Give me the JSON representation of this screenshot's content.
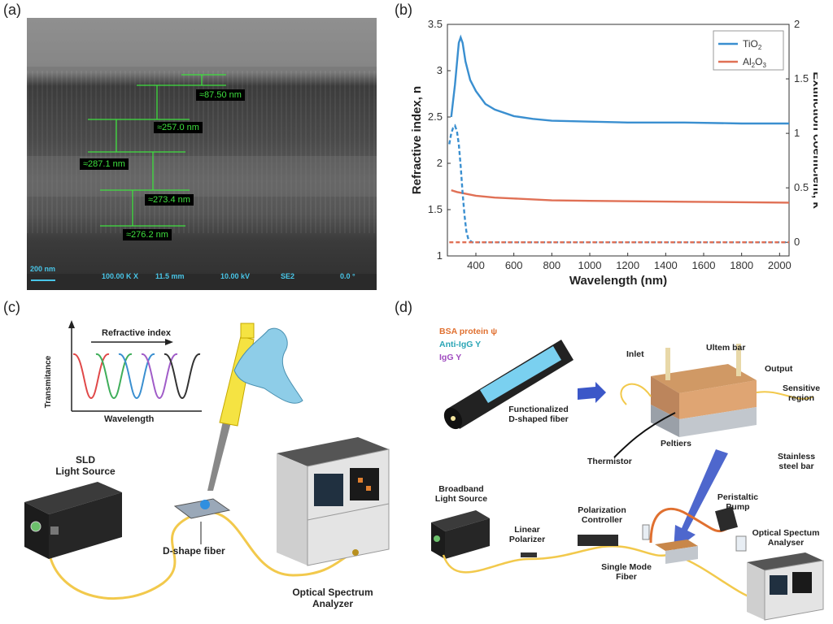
{
  "panels": {
    "a": "(a)",
    "b": "(b)",
    "c": "(c)",
    "d": "(d)"
  },
  "sem": {
    "measurements": [
      "≈87.50 nm",
      "≈257.0 nm",
      "≈287.1 nm",
      "≈273.4 nm",
      "≈276.2 nm"
    ],
    "scalebar": "200 nm",
    "magnification": "100.00 K X",
    "wd": "11.5 mm",
    "voltage": "10.00 kV",
    "detector": "SE2",
    "tilt": "0.0 °",
    "colors": {
      "measure": "#3fe03f",
      "footer": "#49c6e8"
    }
  },
  "chart_data": {
    "type": "line",
    "xlabel": "Wavelength (nm)",
    "ylabel": "Refractive index, n",
    "y2label": "Extinction coefficient, k",
    "xlim": [
      250,
      2050
    ],
    "ylim": [
      1,
      3.5
    ],
    "y2lim": [
      -0.125,
      2
    ],
    "xticks": [
      "400",
      "600",
      "800",
      "1000",
      "1200",
      "1400",
      "1600",
      "1800",
      "2000"
    ],
    "yticks": [
      "1",
      "1.5",
      "2",
      "2.5",
      "3",
      "3.5"
    ],
    "y2ticks": [
      "0",
      "0.5",
      "1",
      "1.5",
      "2"
    ],
    "legend_position": "top-right",
    "series": [
      {
        "name": "TiO",
        "sub": "2",
        "axis": "n",
        "style": "solid",
        "color": "#3a8fd0",
        "x": [
          270,
          290,
          310,
          320,
          330,
          345,
          370,
          400,
          450,
          500,
          600,
          700,
          800,
          1000,
          1200,
          1500,
          1800,
          2050
        ],
        "y": [
          2.5,
          2.85,
          3.3,
          3.36,
          3.3,
          3.1,
          2.9,
          2.78,
          2.64,
          2.58,
          2.51,
          2.48,
          2.46,
          2.45,
          2.44,
          2.44,
          2.43,
          2.43
        ]
      },
      {
        "name": "Al",
        "sub": "2",
        "sub2": "3",
        "axis": "n",
        "style": "solid",
        "color": "#e07055",
        "x": [
          270,
          300,
          400,
          500,
          600,
          800,
          1000,
          1500,
          2050
        ],
        "y": [
          1.71,
          1.69,
          1.65,
          1.63,
          1.62,
          1.6,
          1.595,
          1.585,
          1.575
        ]
      },
      {
        "name": "TiO2 k",
        "axis": "k",
        "style": "dashed",
        "color": "#3a8fd0",
        "x": [
          260,
          270,
          280,
          290,
          300,
          310,
          320,
          330,
          340,
          350,
          360,
          380,
          400,
          2050
        ],
        "y": [
          0.9,
          1.0,
          1.05,
          1.07,
          1.02,
          0.9,
          0.7,
          0.45,
          0.25,
          0.1,
          0.03,
          0.0,
          0.0,
          0.0
        ]
      },
      {
        "name": "Al2O3 k",
        "axis": "k",
        "style": "dashed",
        "color": "#e07055",
        "x": [
          260,
          2050
        ],
        "y": [
          0.0,
          0.0
        ]
      }
    ]
  },
  "panel_c": {
    "inset_title": "Refractive index",
    "inset_ylabel": "Transmitance",
    "inset_xlabel": "Wavelength",
    "sld1": "SLD",
    "sld2": "Light Source",
    "fiber": "D-shape fiber",
    "osa1": "Optical Spectrum",
    "osa2": "Analyzer",
    "dip_colors": [
      "#e04848",
      "#3fae5a",
      "#3a8fd0",
      "#a05cc8",
      "#333333"
    ]
  },
  "panel_d": {
    "bsa": "BSA protein",
    "antiigg": "Anti-IgG",
    "igg": "IgG",
    "func1": "Functionalized",
    "func2": "D-shaped fiber",
    "inlet": "Inlet",
    "ultem": "Ultem bar",
    "output": "Output",
    "sens1": "Sensitive",
    "sens2": "region",
    "thermistor": "Thermistor",
    "peltiers": "Peltiers",
    "steel1": "Stainless",
    "steel2": "steel bar",
    "bb1": "Broadband",
    "bb2": "Light Source",
    "lp1": "Linear",
    "lp2": "Polarizer",
    "pc1": "Polarization",
    "pc2": "Controller",
    "smf1": "Single Mode",
    "smf2": "Fiber",
    "pump1": "Peristaltic",
    "pump2": "Pump",
    "osa1": "Optical Spectum",
    "osa2": "Analyser",
    "colors": {
      "bsa": "#e07030",
      "antiigg": "#2aa5b5",
      "igg": "#a04cc0"
    }
  }
}
